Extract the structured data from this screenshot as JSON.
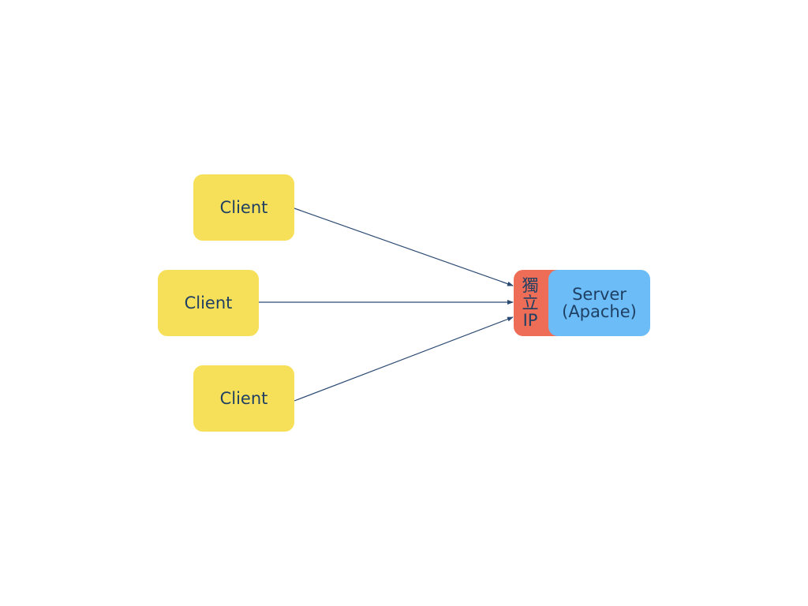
{
  "diagram": {
    "clients": [
      {
        "label": "Client"
      },
      {
        "label": "Client"
      },
      {
        "label": "Client"
      }
    ],
    "ip_label": "獨立IP",
    "server": {
      "line1": "Server",
      "line2": "(Apache)"
    },
    "colors": {
      "client_fill": "#f6e05a",
      "ip_fill": "#ee6d57",
      "server_fill": "#6cbcf8",
      "text": "#1f3f63",
      "arrow": "#2b4a73"
    }
  }
}
